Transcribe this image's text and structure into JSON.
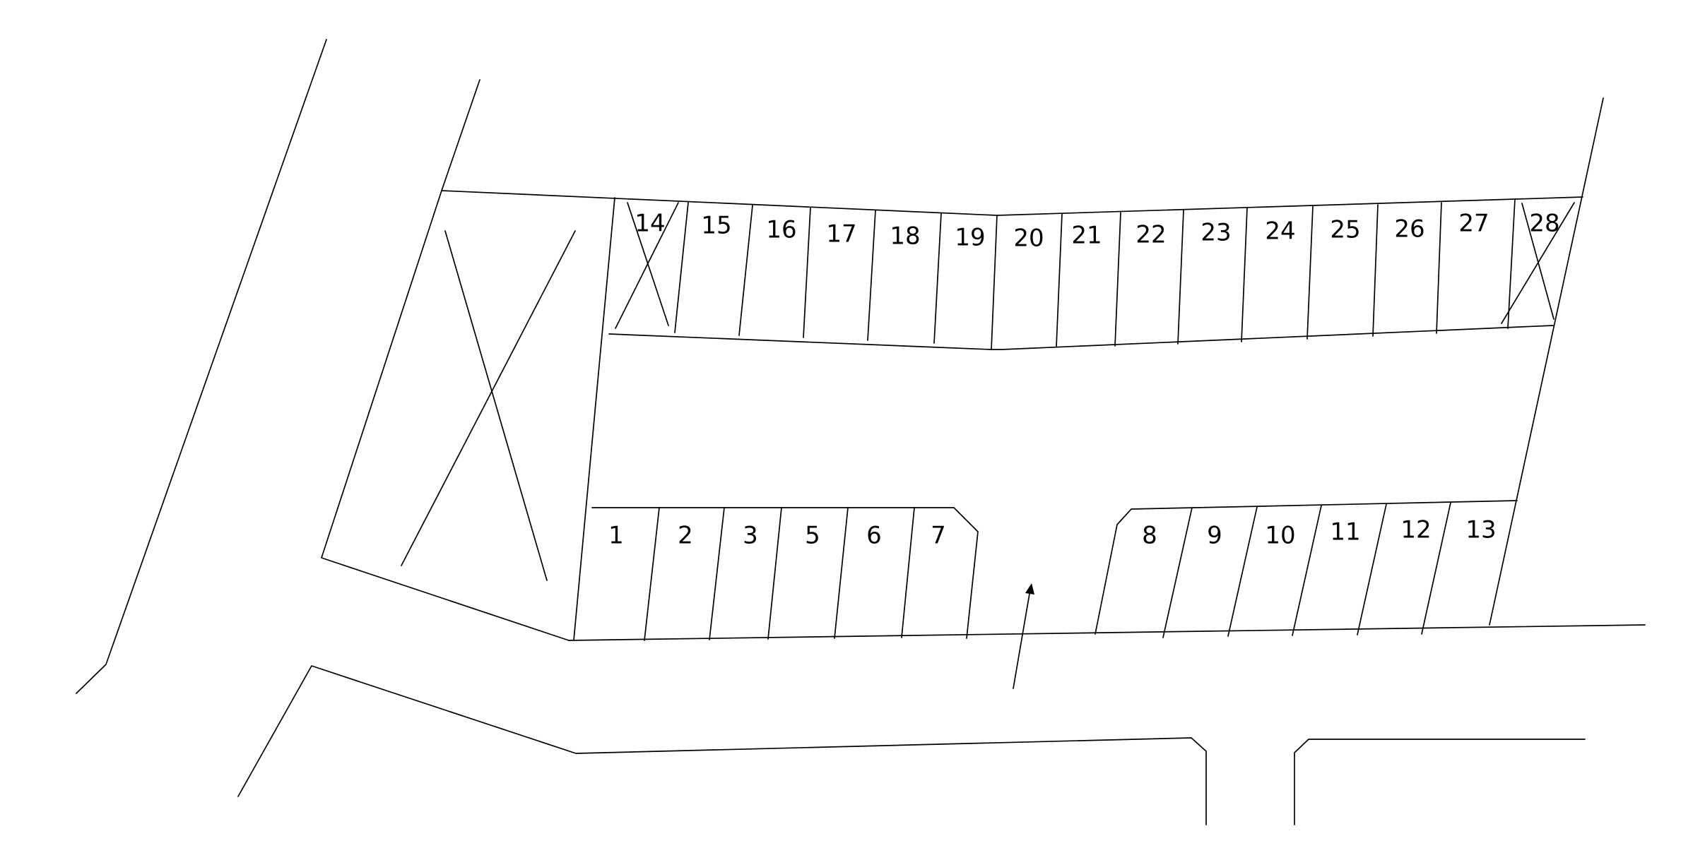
{
  "map": {
    "colors": {
      "line": "#000000",
      "background": "#ffffff"
    },
    "front_row": {
      "left_group": [
        "1",
        "2",
        "3",
        "5",
        "6",
        "7"
      ],
      "right_group": [
        "8",
        "9",
        "10",
        "11",
        "12",
        "13"
      ]
    },
    "back_row": {
      "spaces": [
        "14",
        "15",
        "16",
        "17",
        "18",
        "19",
        "20",
        "21",
        "22",
        "23",
        "24",
        "25",
        "26",
        "27",
        "28"
      ],
      "crossed_out": [
        "14",
        "28"
      ]
    },
    "icons": [
      "entrance-arrow-icon",
      "no-parking-cross-icon"
    ]
  }
}
